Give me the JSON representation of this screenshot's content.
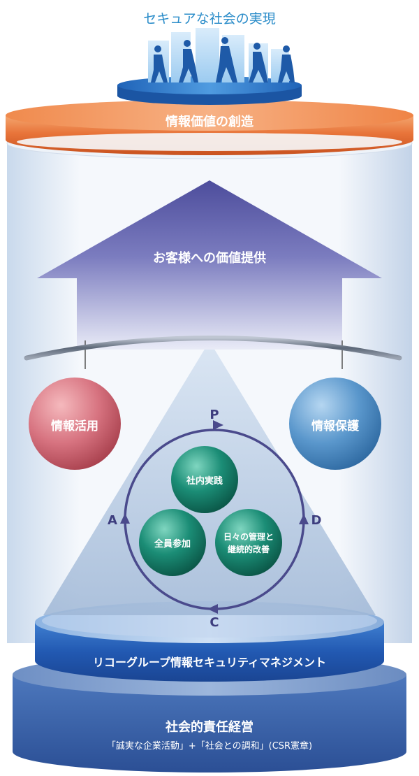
{
  "diagram": {
    "goal": "セキュアな社会の実現",
    "top_ring": "情報価値の創造",
    "arrow_label": "お客様への価値提供",
    "left_sphere": "情報活用",
    "right_sphere": "情報保護",
    "pdca": {
      "p": "P",
      "d": "D",
      "c": "C",
      "a": "A"
    },
    "inner_spheres": {
      "top": "社内実践",
      "left": "全員参加",
      "right_line1": "日々の管理と",
      "right_line2": "継続的改善"
    },
    "middle_ring": "リコーグループ情報セキュリティマネジメント",
    "base_title": "社会的責任経営",
    "base_subtitle": "「誠実な企業活動」+「社会との調和」(CSR憲章)"
  },
  "colors": {
    "orange": "#e8743a",
    "arrow": "#5b5ba8",
    "red_sphere": "#d2707a",
    "blue_sphere": "#4f8fc6",
    "teal_sphere": "#13806c",
    "pdca_ring": "#4a4a8c",
    "blue_base": "#2b5aa6",
    "goal_text": "#2a8cc9"
  }
}
